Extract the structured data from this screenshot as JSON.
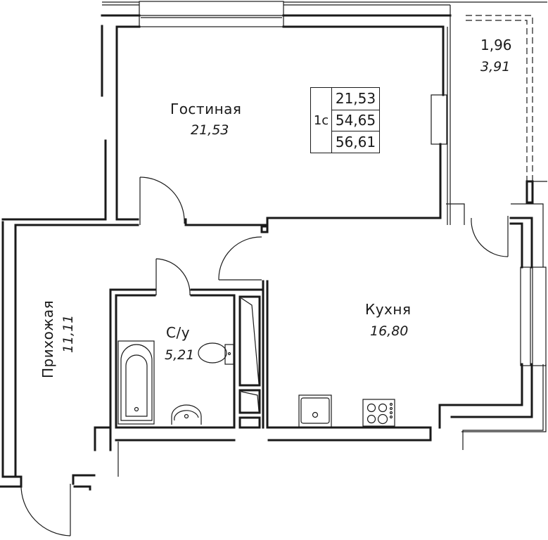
{
  "plan": {
    "apartment_type": "1с",
    "summary": {
      "living_area": "21,53",
      "total_area": "54,65",
      "total_area_with_balcony": "56,61"
    },
    "rooms": {
      "living_room": {
        "name": "Гостиная",
        "area": "21,53"
      },
      "kitchen": {
        "name": "Кухня",
        "area": "16,80"
      },
      "bathroom": {
        "name": "С/у",
        "area": "5,21"
      },
      "hallway": {
        "name": "Прихожая",
        "area": "11,11"
      },
      "balcony": {
        "area_reduced": "1,96",
        "area_full": "3,91"
      }
    },
    "colors": {
      "line": "#1a1a1a",
      "background": "#ffffff"
    }
  }
}
